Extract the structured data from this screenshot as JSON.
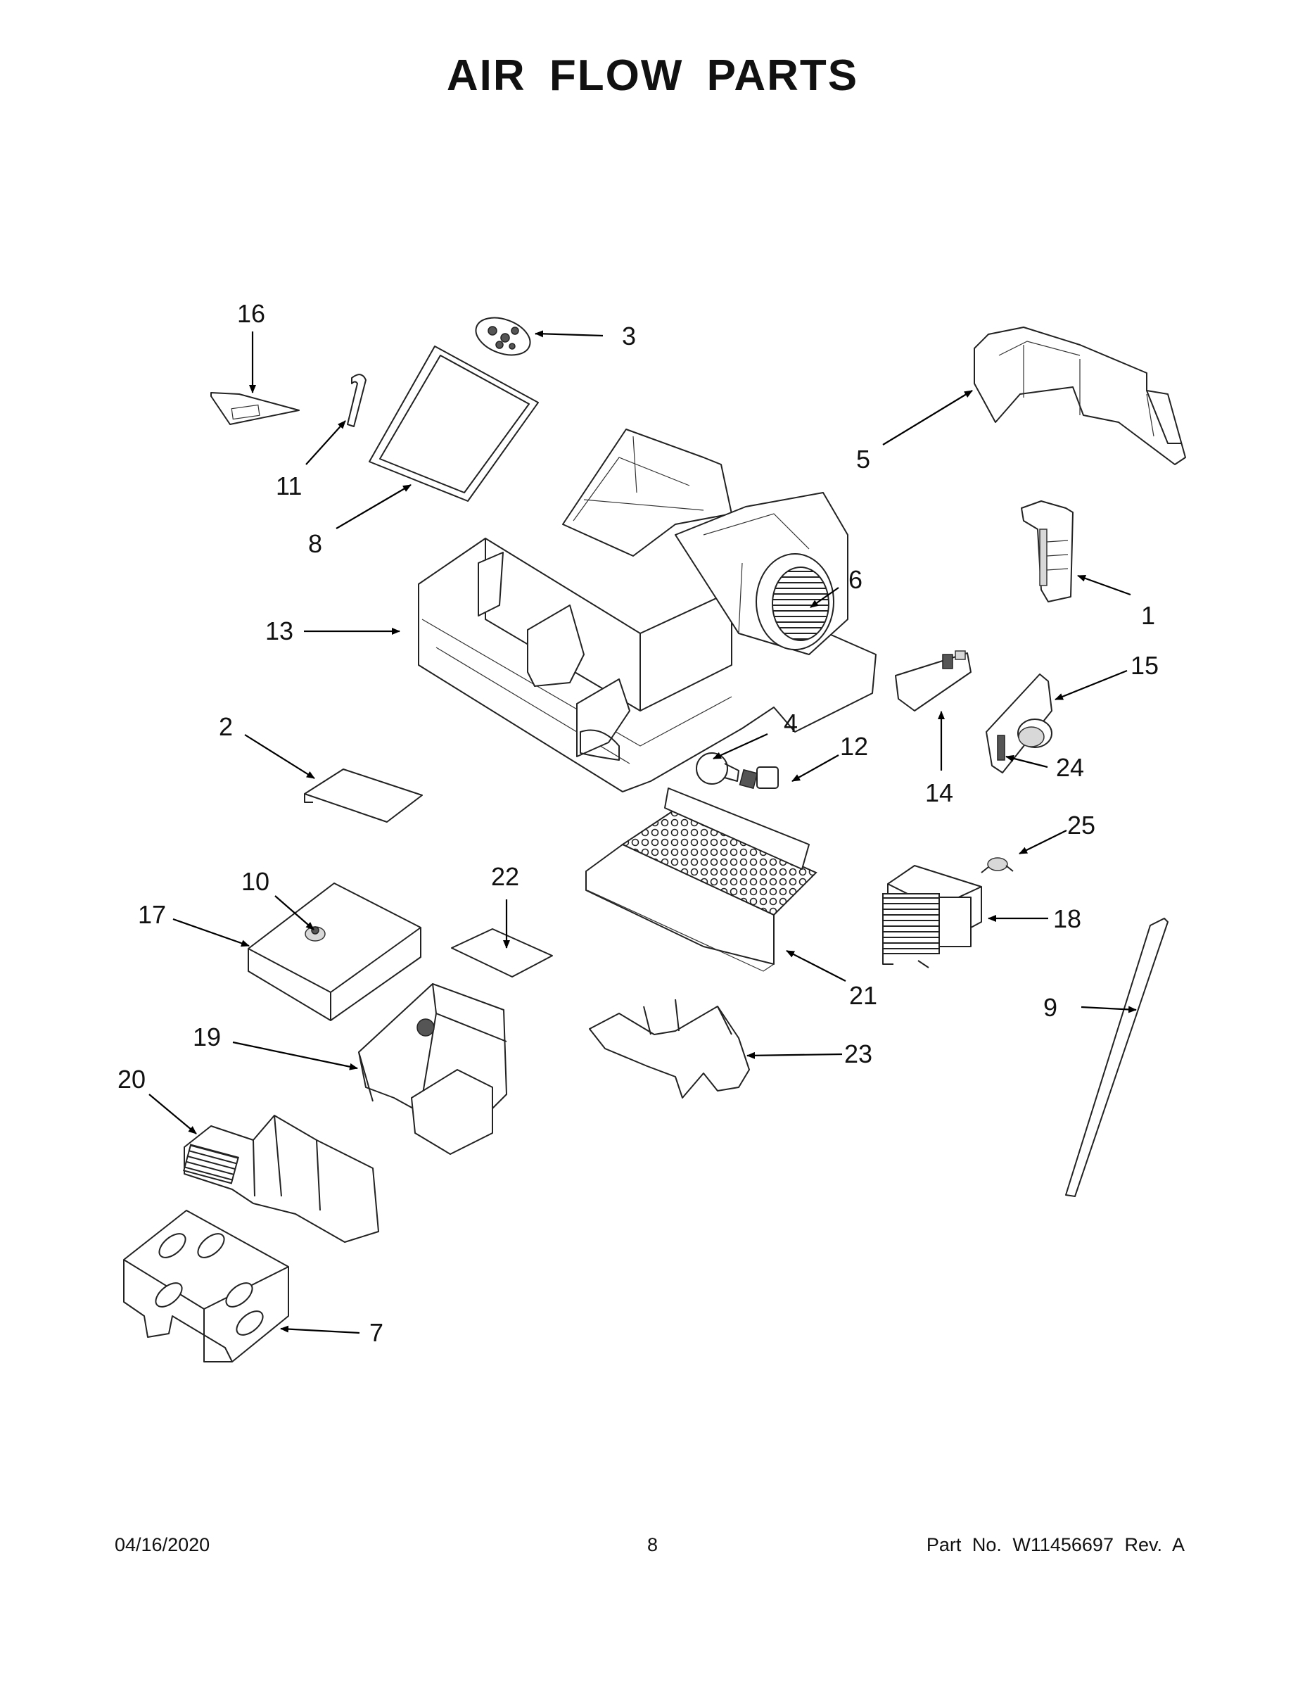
{
  "title": "AIR FLOW PARTS",
  "callouts": [
    "1",
    "2",
    "3",
    "4",
    "5",
    "6",
    "7",
    "8",
    "9",
    "10",
    "11",
    "12",
    "13",
    "14",
    "15",
    "16",
    "17",
    "18",
    "19",
    "20",
    "21",
    "22",
    "23",
    "24",
    "25"
  ],
  "footer": {
    "date": "04/16/2020",
    "page": "8",
    "part_info": "Part No.  W11456697  Rev.  A"
  }
}
